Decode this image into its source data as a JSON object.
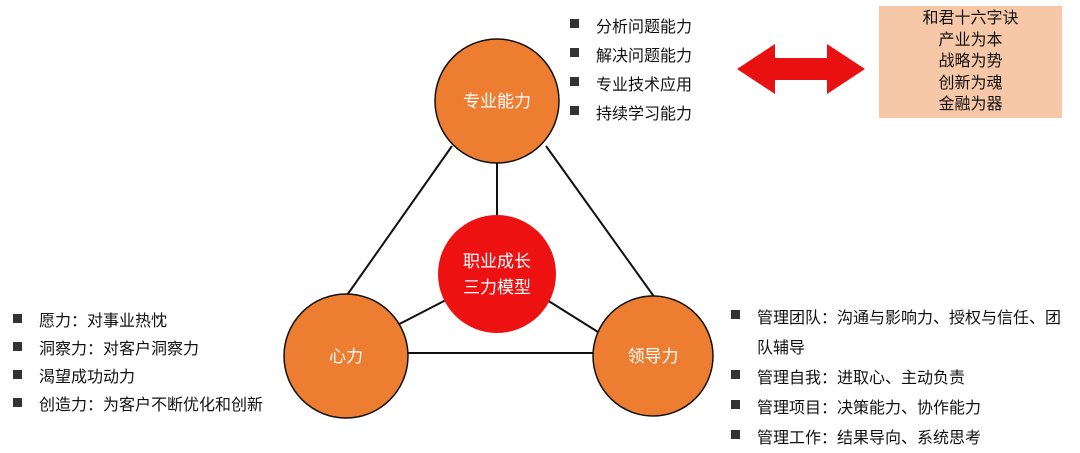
{
  "diagram": {
    "nodes": {
      "professional": "专业能力",
      "heart": "心力",
      "leadership": "领导力",
      "center_line1": "职业成长",
      "center_line2": "三力模型"
    },
    "colors": {
      "outer_node": "#ed7d31",
      "center_node": "#ee1111",
      "arrow": "#e81010",
      "motto_bg": "#f7c8a8"
    }
  },
  "professional_list": [
    "分析问题能力",
    "解决问题能力",
    "专业技术应用",
    "持续学习能力"
  ],
  "heart_list": [
    "愿力：对事业热忱",
    "洞察力：对客户洞察力",
    "渴望成功动力",
    "创造力：为客户不断优化和创新"
  ],
  "leadership_list": [
    "管理团队：沟通与影响力、授权与信任、团队辅导",
    "管理自我：进取心、主动负责",
    "管理项目：决策能力、协作能力",
    "管理工作：结果导向、系统思考"
  ],
  "motto": {
    "title": "和君十六字诀",
    "lines": [
      "产业为本",
      "战略为势",
      "创新为魂",
      "金融为器"
    ]
  }
}
